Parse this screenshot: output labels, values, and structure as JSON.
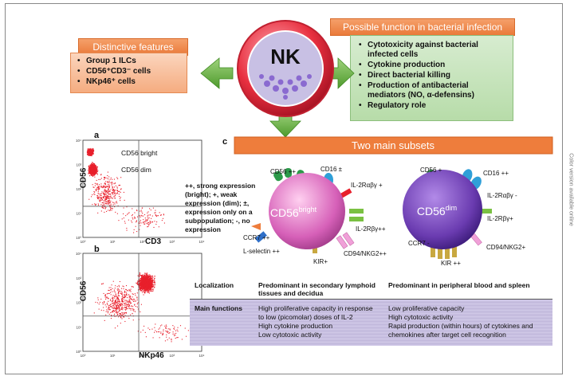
{
  "nk_label": "NK",
  "distinctive": {
    "title": "Distinctive features",
    "items": [
      "Group 1 ILCs",
      "CD56⁺CD3⁻ cells",
      "NKp46⁺ cells"
    ]
  },
  "function": {
    "title": "Possible function in bacterial infection",
    "items": [
      "Cytotoxicity against bacterial infected cells",
      "Cytokine production",
      "Direct bacterial killing",
      "Production of antibacterial mediators (NO, α-defensins)",
      "Regulatory role"
    ]
  },
  "panels": {
    "a": "a",
    "b": "b",
    "c": "c",
    "a_ylabel": "CD56",
    "a_xlabel": "CD3",
    "a_bright": "CD56 bright",
    "a_dim": "CD56 dim",
    "b_ylabel": "CD56",
    "b_xlabel": "NKp46",
    "ticks": [
      "10⁰",
      "10¹",
      "10²",
      "10³",
      "10⁴"
    ]
  },
  "subsets_title": "Two main subsets",
  "legend": "++, strong expression (bright); +, weak expression (dim); ±, expression only on a subpopulation; -, no expression",
  "bright": {
    "name": "CD56",
    "sup": "bright",
    "labels": [
      "CD56 ++",
      "CD16 ±",
      "IL-2Rαβγ +",
      "IL-2Rβγ++",
      "CCR7 ++",
      "L-selectin ++",
      "KIR+",
      "CD94/NKG2++"
    ]
  },
  "dim": {
    "name": "CD56",
    "sup": "dim",
    "labels": [
      "CD56 +",
      "CD16 ++",
      "IL-2Rαβγ -",
      "IL-2Rβγ+",
      "CCR7 -",
      "KIR ++",
      "CD94/NKG2+"
    ]
  },
  "table": {
    "h": [
      "Localization",
      "Predominant in secondary lymphoid tissues and decidua",
      "Predominant in peripheral blood and spleen"
    ],
    "mf_label": "Main functions",
    "mf_bright": [
      "High proliferative capacity in response to low (picomolar) doses of IL-2",
      "High cytokine production",
      "Low cytotoxic activity"
    ],
    "mf_dim": [
      "Low proliferative capacity",
      "High cytotoxic activity",
      "Rapid production (within hours) of cytokines and chemokines after target cell recognition"
    ]
  },
  "sidebar": "Color version available online",
  "colors": {
    "orange": "#ef8a4a",
    "green": "#5fae3a",
    "pink": "#d660b8",
    "purple": "#6a3bb0",
    "red": "#e8202c"
  }
}
